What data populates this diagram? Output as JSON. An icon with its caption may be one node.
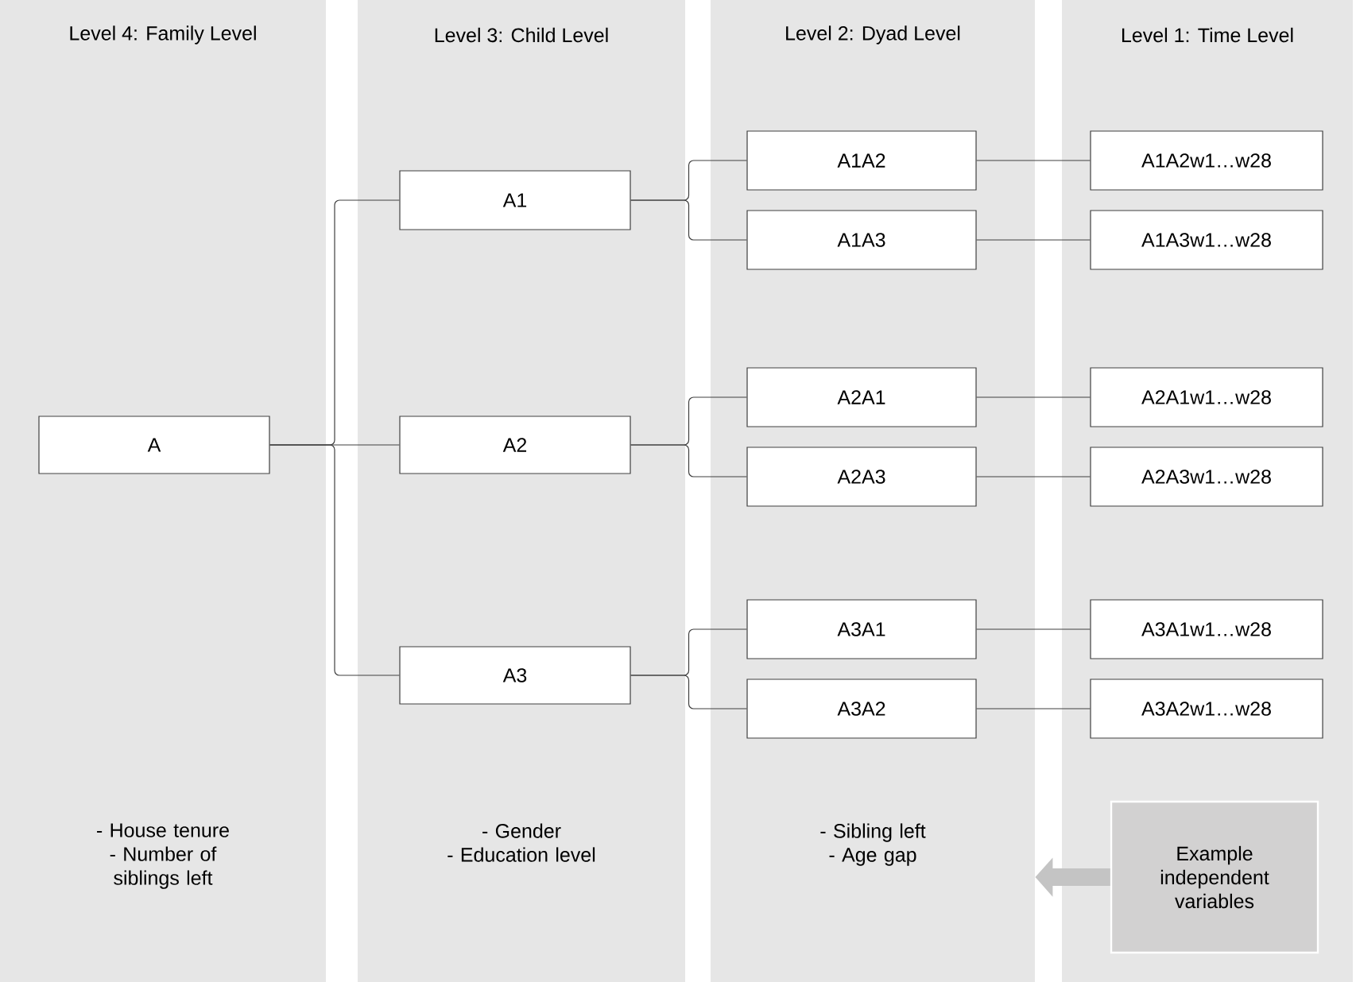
{
  "diagram": {
    "nodes": [
      {
        "text": [
          "Level 4: Family Level",
          "- House tenure",
          "- Number of siblings left"
        ]
      },
      {
        "text": [
          "Level 3: Child Level",
          "- Gender",
          "- Education level"
        ]
      },
      {
        "text": [
          "Level 2: Dyad Level",
          "- Sibling left",
          "- Age gap"
        ]
      },
      {
        "text": [
          "Level 1: Time Level"
        ]
      },
      {
        "text": [
          "A"
        ],
        "in": 0
      },
      {
        "text": [
          "A1"
        ],
        "in": 1
      },
      {
        "text": [
          "A2"
        ],
        "in": 1
      },
      {
        "text": [
          "A3"
        ],
        "in": 1
      },
      {
        "text": [
          "A1A2"
        ],
        "in": 2
      },
      {
        "text": [
          "A1A3"
        ],
        "in": 2
      },
      {
        "text": [
          "A2A1"
        ],
        "in": 2
      },
      {
        "text": [
          "A2A3"
        ],
        "in": 2
      },
      {
        "text": [
          "A3A1"
        ],
        "in": 2
      },
      {
        "text": [
          "A3A2"
        ],
        "in": 2
      },
      {
        "text": [
          "A1A2w1…w28"
        ],
        "in": 3
      },
      {
        "text": [
          "A1A3w1…w28"
        ],
        "in": 3
      },
      {
        "text": [
          "A2A1w1…w28"
        ],
        "in": 3
      },
      {
        "text": [
          "A2A3w1…w28"
        ],
        "in": 3
      },
      {
        "text": [
          "A3A1w1…w28"
        ],
        "in": 3
      },
      {
        "text": [
          "A3A2w1…w28"
        ],
        "in": 3
      },
      {
        "text": [
          "Example independent variables"
        ],
        "in": 3
      }
    ],
    "edges": [
      {
        "from": 4,
        "to": 5,
        "arrow": "none"
      },
      {
        "from": 4,
        "to": 6,
        "arrow": "none"
      },
      {
        "from": 4,
        "to": 7,
        "arrow": "none"
      },
      {
        "from": 5,
        "to": 8,
        "arrow": "none"
      },
      {
        "from": 5,
        "to": 9,
        "arrow": "none"
      },
      {
        "from": 6,
        "to": 10,
        "arrow": "none"
      },
      {
        "from": 6,
        "to": 11,
        "arrow": "none"
      },
      {
        "from": 7,
        "to": 12,
        "arrow": "none"
      },
      {
        "from": 7,
        "to": 13,
        "arrow": "none"
      },
      {
        "from": 8,
        "to": 14,
        "arrow": "none"
      },
      {
        "from": 9,
        "to": 15,
        "arrow": "none"
      },
      {
        "from": 10,
        "to": 16,
        "arrow": "none"
      },
      {
        "from": 11,
        "to": 17,
        "arrow": "none"
      },
      {
        "from": 12,
        "to": 18,
        "arrow": "none"
      },
      {
        "from": 13,
        "to": 19,
        "arrow": "none"
      },
      {
        "from": 20,
        "to": 2,
        "arrow": "to",
        "style": "thick",
        "color": "#c4c4c4"
      }
    ]
  }
}
